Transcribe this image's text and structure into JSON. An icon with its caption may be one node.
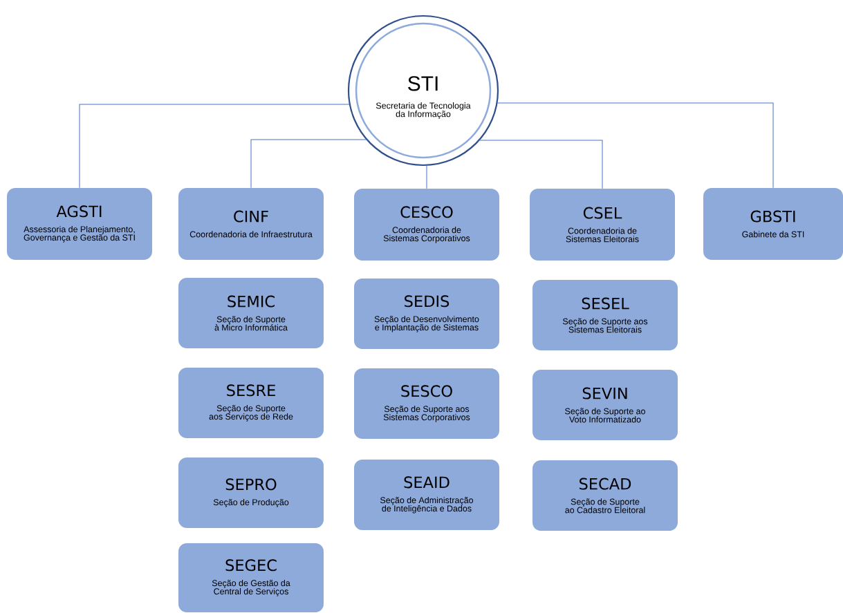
{
  "diagram": {
    "nodes": [
      {
        "text": [
          "STI",
          "Secretaria de Tecnologia da Informação"
        ]
      },
      {
        "text": [
          "AGSTI",
          "Assessoria de Planejamento, Governança e Gestão da STI"
        ]
      },
      {
        "text": [
          "CINF",
          "Coordenadoria de Infraestrutura"
        ]
      },
      {
        "text": [
          "CESCO",
          "Coordenadoria de Sistemas Corporativos"
        ]
      },
      {
        "text": [
          "CSEL",
          "Coordenadoria de Sistemas Eleitorais"
        ]
      },
      {
        "text": [
          "GBSTI",
          "Gabinete da STI"
        ]
      },
      {
        "text": [
          "SEMIC",
          "Seção de Suporte à Micro Informática"
        ]
      },
      {
        "text": [
          "SESRE",
          "Seção de Suporte aos Serviços de Rede"
        ]
      },
      {
        "text": [
          "SEPRO",
          "Seção de Produção"
        ]
      },
      {
        "text": [
          "SEGEC",
          "Seção de Gestão da Central de Serviços"
        ]
      },
      {
        "text": [
          "SEDIS",
          "Seção de Desenvolvimento e Implantação de Sistemas"
        ]
      },
      {
        "text": [
          "SESCO",
          "Seção de Suporte aos Sistemas Corporativos"
        ]
      },
      {
        "text": [
          "SEAID",
          "Seção de Administração de Inteligência e Dados"
        ]
      },
      {
        "text": [
          "SESEL",
          "Seção de Suporte aos Sistemas Eleitorais"
        ]
      },
      {
        "text": [
          "SEVIN",
          "Seção de Suporte ao Voto Informatizado"
        ]
      },
      {
        "text": [
          "SECAD",
          "Seção de Suporte ao Cadastro Eleitoral"
        ]
      }
    ],
    "edges": [
      {
        "from": 0,
        "to": 1,
        "arrow": "none"
      },
      {
        "from": 0,
        "to": 2,
        "arrow": "none"
      },
      {
        "from": 0,
        "to": 3,
        "arrow": "none"
      },
      {
        "from": 0,
        "to": 4,
        "arrow": "none"
      },
      {
        "from": 0,
        "to": 5,
        "arrow": "none"
      }
    ]
  }
}
